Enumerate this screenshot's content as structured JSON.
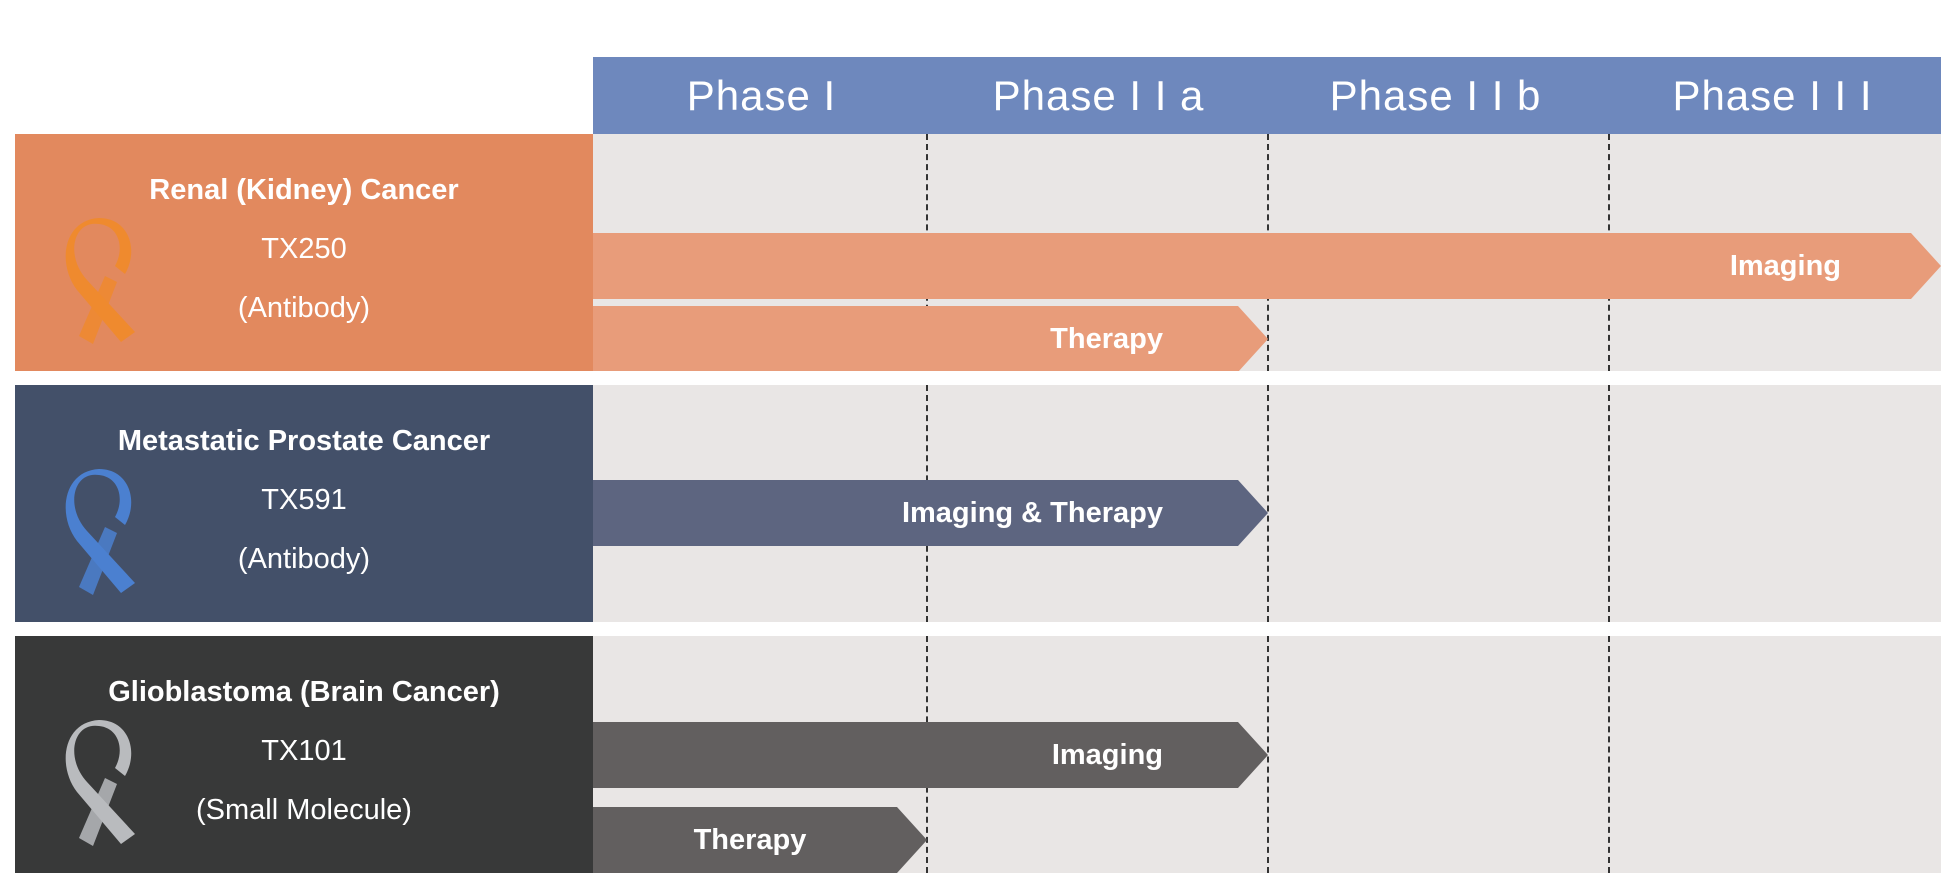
{
  "phases": [
    "Phase I",
    "Phase I I a",
    "Phase I I b",
    "Phase I I I"
  ],
  "colors": {
    "header": "#6e88bd",
    "track": "#e9e6e5",
    "divider": "#333333"
  },
  "rows": [
    {
      "disease": "Renal (Kidney) Cancer",
      "code": "TX250",
      "kind": "(Antibody)",
      "panel_color": "#e2895e",
      "bar_color": "#e89c7a",
      "ribbon_icon": "orange-ribbon-icon",
      "ribbon_color": "#ef8a2e",
      "bars": [
        {
          "label": "Imaging",
          "progress_phases": 4
        },
        {
          "label": "Therapy",
          "progress_phases": 2
        }
      ]
    },
    {
      "disease": "Metastatic Prostate Cancer",
      "code": "TX591",
      "kind": "(Antibody)",
      "panel_color": "#435069",
      "bar_color": "#5d6580",
      "ribbon_icon": "blue-ribbon-icon",
      "ribbon_color": "#4b80d0",
      "bars": [
        {
          "label": "Imaging & Therapy",
          "progress_phases": 2
        }
      ]
    },
    {
      "disease": "Glioblastoma (Brain Cancer)",
      "code": "TX101",
      "kind": "(Small Molecule)",
      "panel_color": "#383939",
      "bar_color": "#625f5f",
      "ribbon_icon": "gray-ribbon-icon",
      "ribbon_color": "#b9bbbe",
      "bars": [
        {
          "label": "Imaging",
          "progress_phases": 2
        },
        {
          "label": "Therapy",
          "progress_phases": 1
        }
      ]
    }
  ]
}
